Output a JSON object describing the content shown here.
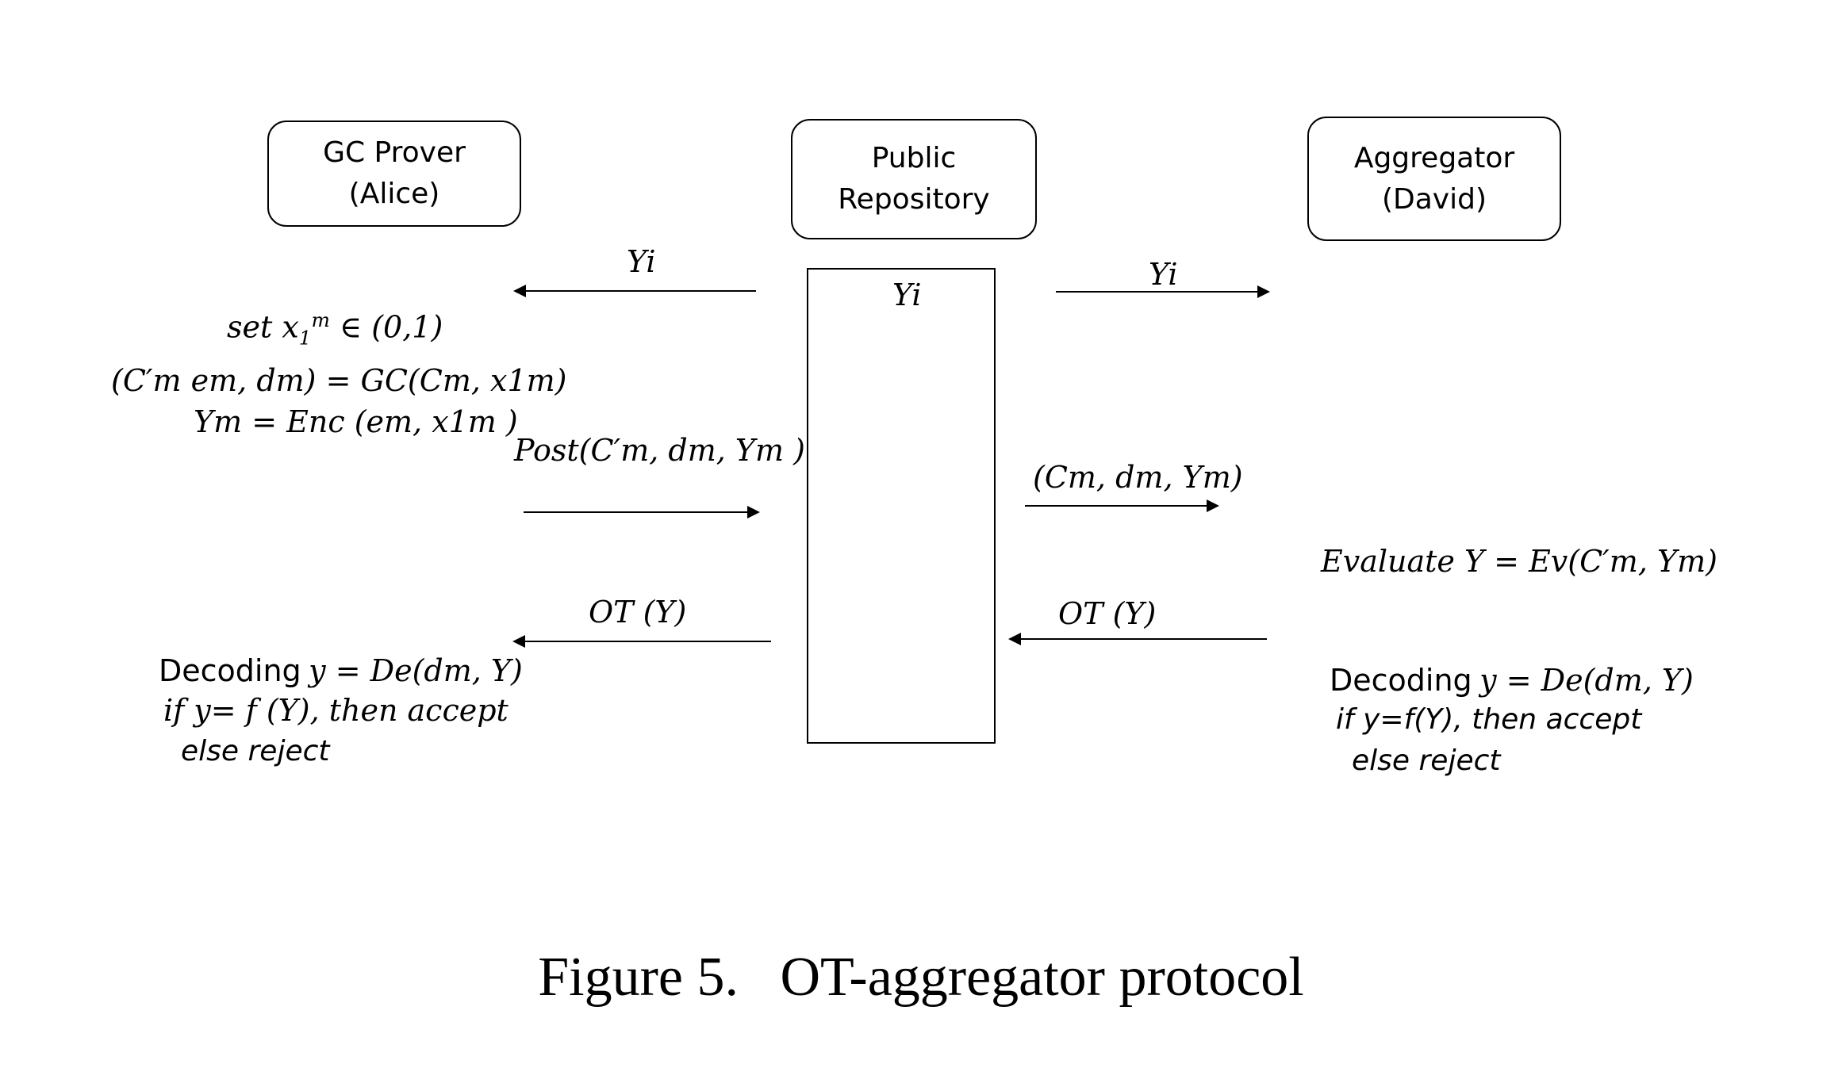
{
  "parties": {
    "prover": {
      "line1": "GC Prover",
      "line2": "(Alice)"
    },
    "repository": {
      "line1": "Public",
      "line2": "Repository"
    },
    "aggregator": {
      "line1": "Aggregator",
      "line2": "(David)"
    }
  },
  "repository_box_label": "Yi",
  "prover_side": {
    "set_prefix": "set x",
    "set_sub": "1",
    "set_sup": "m",
    "set_suffix": " ∈ (0,1)",
    "garble": "(C′m em, dm) = GC(Cm, x1m)",
    "encode": "Ym = Enc (em, x1m )",
    "post": "Post(C′m, dm, Ym )",
    "decoding_word": "Decoding",
    "decoding_math": "y = De(dm, Y)",
    "check": "if y= f (Y), then accept",
    "reject": "else reject"
  },
  "aggregator_side": {
    "evaluate": "Evaluate Y = Ev(C′m, Ym)",
    "decoding_word": "Decoding",
    "decoding_math": "y = De(dm, Y)",
    "check": "if y=f(Y), then accept",
    "reject": "else reject"
  },
  "messages": {
    "yi_to_prover": "Yi",
    "yi_to_aggregator": "Yi",
    "tuple_to_aggregator": "(Cm, dm, Ym)",
    "ot_prover": "OT (Y)",
    "ot_aggregator": "OT (Y)"
  },
  "caption": "Figure 5.   OT-aggregator protocol"
}
